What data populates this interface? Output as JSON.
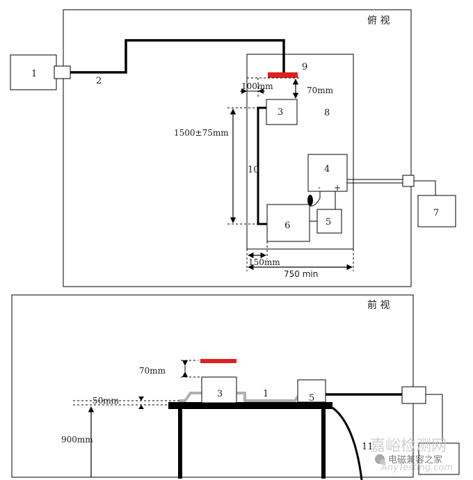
{
  "top_view": {
    "title": "俯 视",
    "labels": {
      "n1": "1",
      "n2": "2",
      "n3": "3",
      "n4": "4",
      "n5": "5",
      "n6": "6",
      "n7": "7",
      "n8": "8",
      "n9": "9",
      "n10": "10"
    },
    "dimensions": {
      "d100": "100mm",
      "d70": "70mm",
      "d1500": "1500±75mm",
      "d150": "150mm",
      "d750": "750 min"
    },
    "signs": {
      "minus": "-",
      "plus": "+"
    }
  },
  "front_view": {
    "title": "前 视",
    "labels": {
      "n1": "1",
      "n3": "3",
      "n5": "5",
      "n11": "11"
    },
    "dimensions": {
      "d70": "70mm",
      "d50": "50mm",
      "d900": "900mm"
    }
  },
  "watermark": {
    "text_main": "嘉峪检测网",
    "text_sub": "AnyTesting.com",
    "text_wechat": "电磁兼容之家"
  },
  "colors": {
    "line": "#000000",
    "antenna": "#e02020",
    "cable_gray": "#b0b0b0",
    "watermark": "#c8c8c8"
  }
}
